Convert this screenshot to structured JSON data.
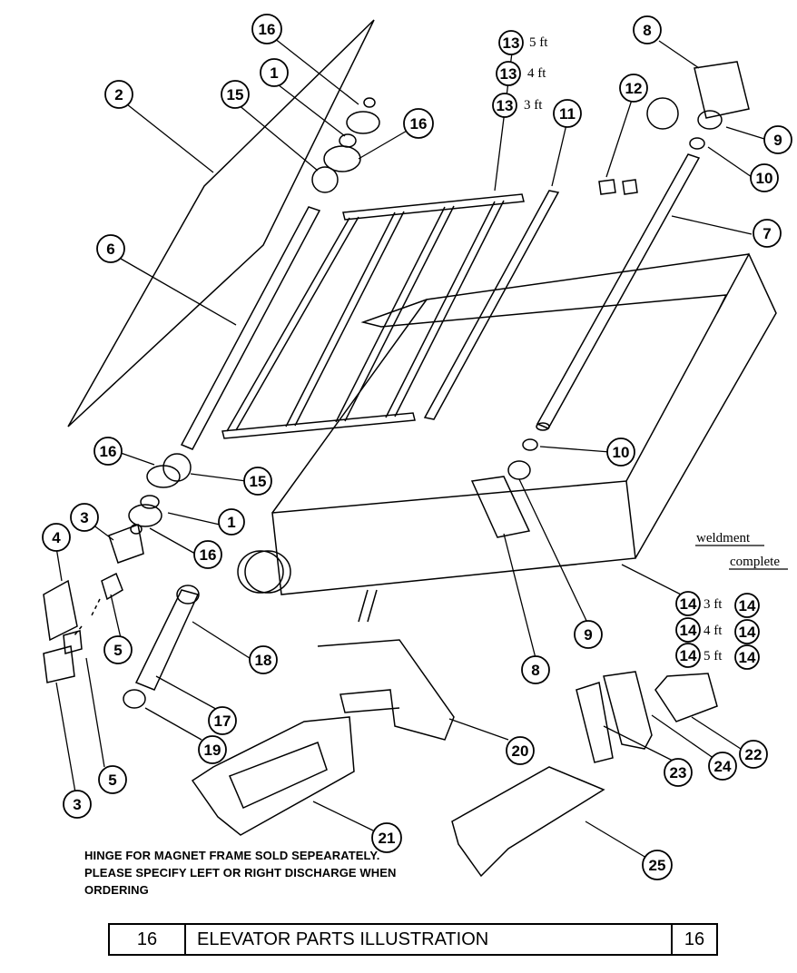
{
  "callouts": [
    {
      "id": "c16a",
      "label": "16"
    },
    {
      "id": "c1a",
      "label": "1"
    },
    {
      "id": "c15a",
      "label": "15"
    },
    {
      "id": "c16b",
      "label": "16"
    },
    {
      "id": "c2",
      "label": "2"
    },
    {
      "id": "c6",
      "label": "6"
    },
    {
      "id": "c13a",
      "label": "13"
    },
    {
      "id": "c13b",
      "label": "13"
    },
    {
      "id": "c13c",
      "label": "13"
    },
    {
      "id": "c11",
      "label": "11"
    },
    {
      "id": "c12",
      "label": "12"
    },
    {
      "id": "c8a",
      "label": "8"
    },
    {
      "id": "c9a",
      "label": "9"
    },
    {
      "id": "c10a",
      "label": "10"
    },
    {
      "id": "c7",
      "label": "7"
    },
    {
      "id": "c16c",
      "label": "16"
    },
    {
      "id": "c15b",
      "label": "15"
    },
    {
      "id": "c1b",
      "label": "1"
    },
    {
      "id": "c16d",
      "label": "16"
    },
    {
      "id": "c10b",
      "label": "10"
    },
    {
      "id": "c3a",
      "label": "3"
    },
    {
      "id": "c4",
      "label": "4"
    },
    {
      "id": "c5a",
      "label": "5"
    },
    {
      "id": "c18",
      "label": "18"
    },
    {
      "id": "c8b",
      "label": "8"
    },
    {
      "id": "c9b",
      "label": "9"
    },
    {
      "id": "c14a",
      "label": "14"
    },
    {
      "id": "c14b",
      "label": "14"
    },
    {
      "id": "c14c",
      "label": "14"
    },
    {
      "id": "c14d",
      "label": "14"
    },
    {
      "id": "c14e",
      "label": "14"
    },
    {
      "id": "c14f",
      "label": "14"
    },
    {
      "id": "c17",
      "label": "17"
    },
    {
      "id": "c19",
      "label": "19"
    },
    {
      "id": "c20",
      "label": "20"
    },
    {
      "id": "c22",
      "label": "22"
    },
    {
      "id": "c23",
      "label": "23"
    },
    {
      "id": "c24",
      "label": "24"
    },
    {
      "id": "c5b",
      "label": "5"
    },
    {
      "id": "c3b",
      "label": "3"
    },
    {
      "id": "c21",
      "label": "21"
    },
    {
      "id": "c25",
      "label": "25"
    }
  ],
  "size_labels": {
    "s13a": "5 ft",
    "s13b": "4 ft",
    "s13c": "3 ft",
    "s14a": "3 ft",
    "s14b": "4 ft",
    "s14c": "5 ft"
  },
  "headers": {
    "weldment": "weldment",
    "complete": "complete"
  },
  "note": "HINGE FOR MAGNET FRAME SOLD SEPEARATELY. PLEASE SPECIFY LEFT OR RIGHT DISCHARGE WHEN ORDERING",
  "title_block": {
    "left": "16",
    "title": "ELEVATOR PARTS ILLUSTRATION",
    "right": "16"
  }
}
